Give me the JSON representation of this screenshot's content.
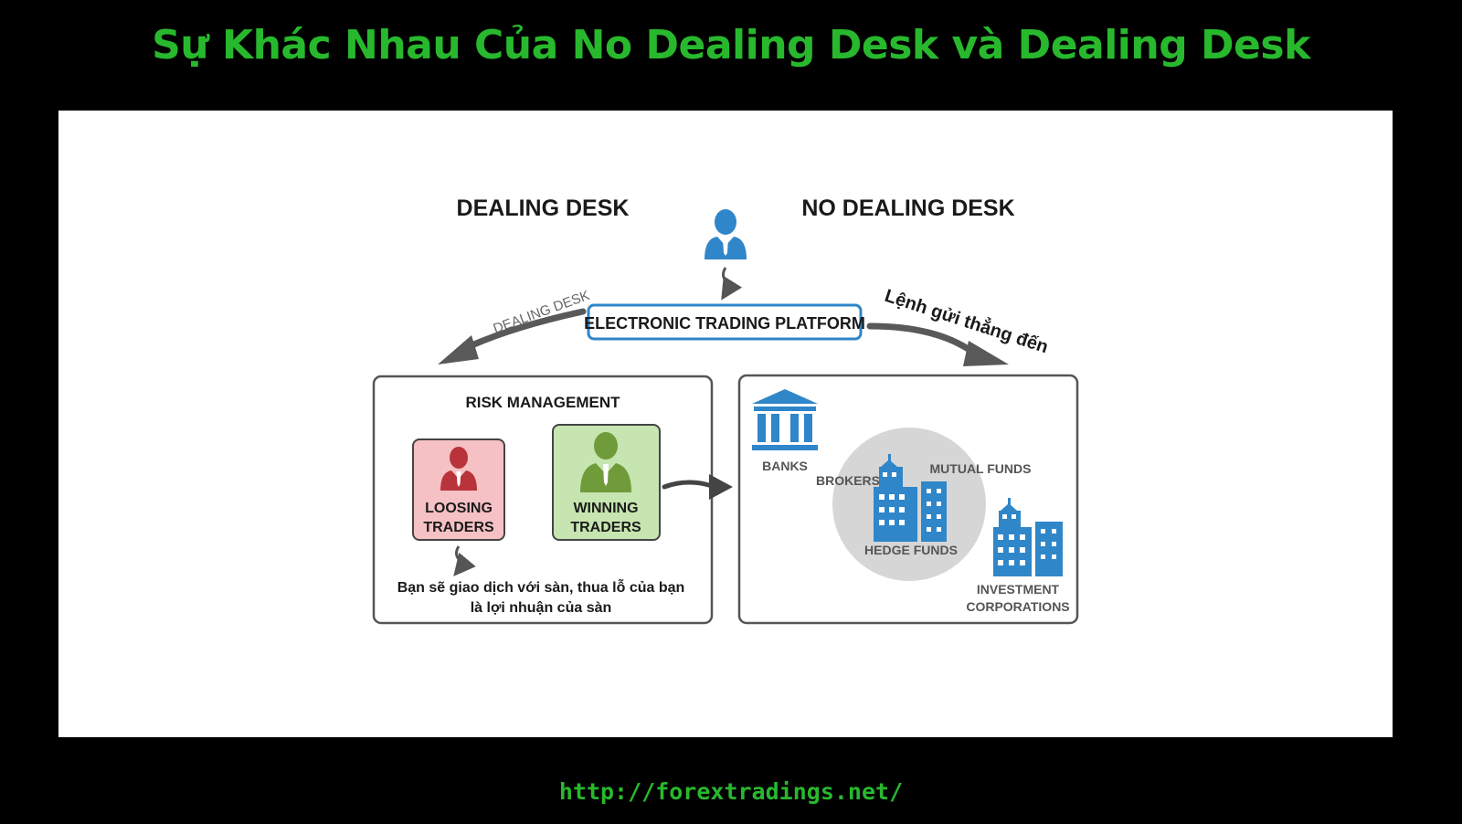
{
  "title": "Sự Khác Nhau Của No Dealing Desk và Dealing Desk",
  "footer_url": "http://forextradings.net/",
  "colors": {
    "title": "#28b82d",
    "footer": "#28b82d",
    "background": "#000000",
    "panel": "#ffffff",
    "blue": "#2f86c9",
    "dark_gray": "#555555",
    "loss_fill": "#f6c1c4",
    "loss_person": "#b8333a",
    "win_fill": "#c6e5b0",
    "win_person": "#6f9b3a",
    "circle": "#d6d6d6"
  },
  "diagram": {
    "dealing_desk_heading": "DEALING DESK",
    "no_dealing_desk_heading": "NO DEALING DESK",
    "platform_label": "ELECTRONIC TRADING PLATFORM",
    "left_arrow_label": "DEALING DESK",
    "right_arrow_label": "Lệnh gửi thẳng đến",
    "risk_management": "RISK MANAGEMENT",
    "loosing_traders": [
      "LOOSING",
      "TRADERS"
    ],
    "winning_traders": [
      "WINNING",
      "TRADERS"
    ],
    "note_lines": [
      "Bạn sẽ giao dịch với sàn, thua lỗ của bạn",
      "là lợi nhuận của sàn"
    ],
    "banks": "BANKS",
    "brokers": "BROKERS",
    "mutual_funds": "MUTUAL FUNDS",
    "hedge_funds": "HEDGE FUNDS",
    "investment_corporations": [
      "INVESTMENT",
      "CORPORATIONS"
    ]
  },
  "icons": [
    "trader-icon",
    "bank-icon",
    "building-icon",
    "person-icon"
  ]
}
